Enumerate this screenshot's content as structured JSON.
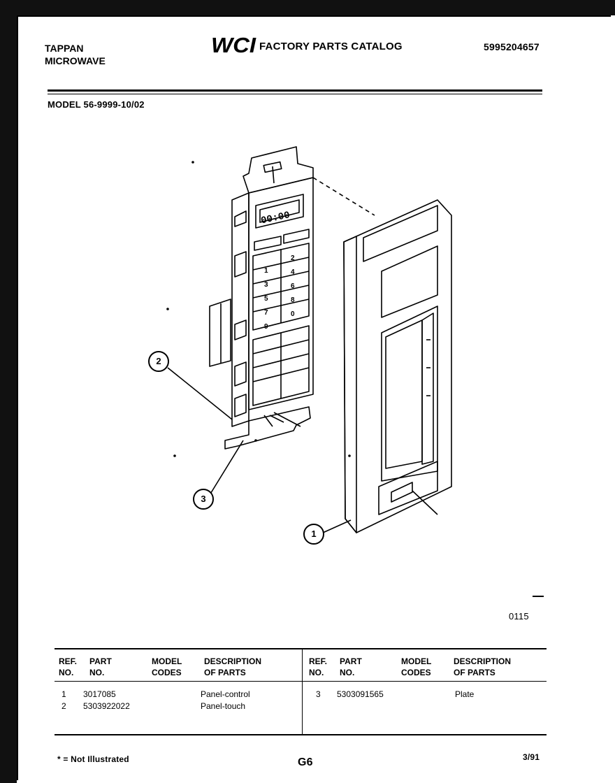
{
  "header": {
    "brand_line1": "TAPPAN",
    "brand_line2": "MICROWAVE",
    "logo_text": "WCI",
    "catalog_title": "FACTORY PARTS CATALOG",
    "catalog_number": "5995204657",
    "model_label": "MODEL 56-9999-10/02"
  },
  "figure": {
    "code": "0115",
    "display_readout": "00:00",
    "keypad_digits": [
      "1",
      "2",
      "3",
      "4",
      "5",
      "6",
      "7",
      "8",
      "9",
      "0"
    ],
    "callouts": [
      "1",
      "2",
      "3"
    ]
  },
  "table": {
    "headers": {
      "ref_l1": "REF.",
      "ref_l2": "NO.",
      "part_l1": "PART",
      "part_l2": "NO.",
      "model_l1": "MODEL",
      "model_l2": "CODES",
      "desc_l1": "DESCRIPTION",
      "desc_l2": "OF PARTS"
    },
    "left_rows": [
      {
        "ref": "1",
        "part": "3017085",
        "codes": "",
        "desc": "Panel-control"
      },
      {
        "ref": "2",
        "part": "5303922022",
        "codes": "",
        "desc": "Panel-touch"
      }
    ],
    "right_rows": [
      {
        "ref": "3",
        "part": "5303091565",
        "codes": "",
        "desc": "Plate"
      }
    ]
  },
  "footer": {
    "note": "* = Not Illustrated",
    "page": "G6",
    "date": "3/91"
  }
}
